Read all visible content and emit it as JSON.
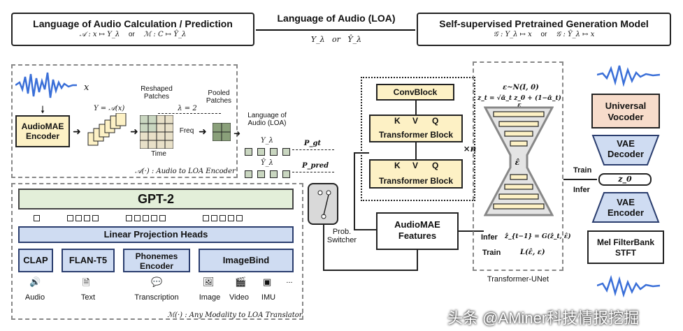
{
  "top": {
    "left_title": "Language of Audio Calculation / Prediction",
    "left_formula_a": "𝒜 : x ↦ Y_λ",
    "left_or": "or",
    "left_formula_b": "ℳ : C ↦ Ŷ_λ",
    "middle_title": "Language of Audio (LOA)",
    "middle_formula": "Y_λ   or   Ŷ_λ",
    "right_title": "Self-supervised Pretrained Generation Model",
    "right_formula_a": "𝒢 : Y_λ ↦ x",
    "right_or": "or",
    "right_formula_b": "𝒢 : Ŷ_λ ↦ x"
  },
  "encoder_panel": {
    "x_label": "x",
    "audiomae_label": "AudioMAE Encoder",
    "y_eq": "Y = 𝒜(x)",
    "reshaped_label": "Reshaped Patches",
    "lambda_label": "λ = 2",
    "pooled_label": "Pooled Patches",
    "freq_label": "Freq",
    "time_label": "Time",
    "caption": "𝒜(·) : Audio to LOA Encoder"
  },
  "loa": {
    "label": "Language of Audio (LOA)",
    "y_label": "Y_λ",
    "yhat_label": "Ŷ_λ",
    "p_gt": "P_gt",
    "p_pred": "P_pred"
  },
  "translator_panel": {
    "gpt2": "GPT-2",
    "projection": "Linear Projection Heads",
    "clap": "CLAP",
    "flan": "FLAN-T5",
    "phonemes": "Phonemes Encoder",
    "imagebind": "ImageBind",
    "modalities": [
      "Audio",
      "Text",
      "Transcription",
      "Image",
      "Video",
      "IMU",
      "..."
    ],
    "caption": "ℳ(·) : Any Modality to LOA Translator"
  },
  "switcher": {
    "label": "Prob. Switcher"
  },
  "features": {
    "label": "AudioMAE Features"
  },
  "transformer": {
    "convblock": "ConvBlock",
    "block1": "Transformer Block",
    "block2": "Transformer Block",
    "k": "K",
    "v": "V",
    "q": "Q",
    "times_n": "×n"
  },
  "unet": {
    "eps_dist": "ε~N(I, 0)",
    "zt": "z_t = √ᾱ_t z_0 + (1−ᾱ_t) ε",
    "eps": "ε̂",
    "infer": "Infer",
    "infer_eq": "ẑ_{t−1} = G(ẑ_t, ε̂)",
    "train": "Train",
    "train_eq": "L(ε̂, ε)",
    "caption": "Transformer-UNet"
  },
  "vae": {
    "vocoder": "Universal Vocoder",
    "decoder": "VAE Decoder",
    "encoder": "VAE Encoder",
    "z0": "z_0",
    "train": "Train",
    "infer": "Infer",
    "stft": "Mel FilterBank STFT"
  },
  "watermark": "头条 @AMiner科技情报挖掘",
  "colors": {
    "yellow": "#fdf1c5",
    "blue": "#cfdcf2",
    "green": "#e3efd9",
    "peach": "#f7dccb",
    "wave": "#3a6fd8"
  }
}
